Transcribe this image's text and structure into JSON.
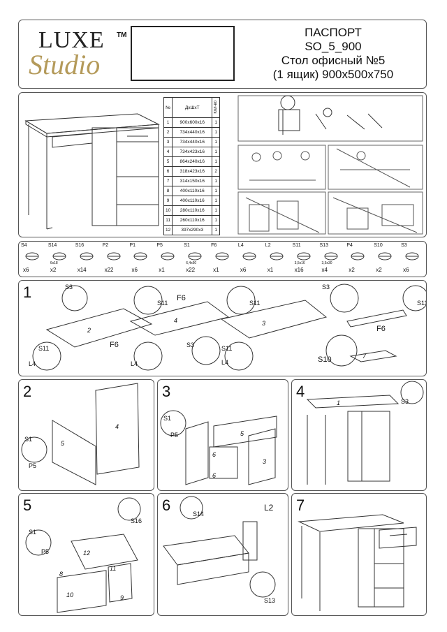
{
  "header": {
    "logo_word1": "LUXE",
    "logo_tm": "TM",
    "logo_word2": "Studio",
    "title_lines": [
      "ПАСПОРТ",
      "SO_5_900",
      "Стол офисный №5",
      "(1 ящик) 900х500х750"
    ]
  },
  "parts_table": {
    "headers": [
      "№",
      "ДхШхТ",
      "Кол-во"
    ],
    "rows": [
      [
        "1",
        "900х600х16",
        "1"
      ],
      [
        "2",
        "734х440х16",
        "1"
      ],
      [
        "3",
        "734х440х16",
        "1"
      ],
      [
        "4",
        "734х423х16",
        "1"
      ],
      [
        "5",
        "864х240х16",
        "1"
      ],
      [
        "6",
        "318х423х16",
        "2"
      ],
      [
        "7",
        "314х150х16",
        "1"
      ],
      [
        "8",
        "400х110х16",
        "1"
      ],
      [
        "9",
        "400х110х16",
        "1"
      ],
      [
        "10",
        "280х110х16",
        "1"
      ],
      [
        "11",
        "260х110х16",
        "1"
      ],
      [
        "12",
        "397х290х3",
        "1"
      ]
    ]
  },
  "hardware": [
    {
      "code": "S4",
      "qty": "x6",
      "sub": ""
    },
    {
      "code": "S14",
      "qty": "x2",
      "sub": "6х18"
    },
    {
      "code": "S16",
      "qty": "x14",
      "sub": ""
    },
    {
      "code": "P2",
      "qty": "x22",
      "sub": ""
    },
    {
      "code": "P1",
      "qty": "x6",
      "sub": ""
    },
    {
      "code": "P5",
      "qty": "x1",
      "sub": ""
    },
    {
      "code": "S1",
      "qty": "x22",
      "sub": "6,4х50"
    },
    {
      "code": "F6",
      "qty": "x1",
      "sub": ""
    },
    {
      "code": "L4",
      "qty": "x6",
      "sub": ""
    },
    {
      "code": "L2",
      "qty": "x1",
      "sub": ""
    },
    {
      "code": "S11",
      "qty": "x16",
      "sub": "3,5х16"
    },
    {
      "code": "S13",
      "qty": "x4",
      "sub": "3,5х30"
    },
    {
      "code": "P4",
      "qty": "x2",
      "sub": ""
    },
    {
      "code": "S10",
      "qty": "x2",
      "sub": ""
    },
    {
      "code": "S3",
      "qty": "x6",
      "sub": ""
    }
  ],
  "steps": {
    "s1": {
      "num": "1",
      "labels": [
        "S3",
        "S11",
        "F6",
        "S11",
        "S3",
        "S11",
        "F6",
        "S11",
        "S11",
        "L4",
        "L4",
        "S3",
        "L4",
        "S10",
        "F6"
      ],
      "parts": [
        "2",
        "4",
        "3",
        "7"
      ]
    },
    "s2": {
      "num": "2",
      "labels": [
        "S1",
        "P5"
      ],
      "parts": [
        "4",
        "5"
      ]
    },
    "s3": {
      "num": "3",
      "labels": [
        "S1",
        "P5"
      ],
      "parts": [
        "5",
        "6",
        "6",
        "3"
      ]
    },
    "s4": {
      "num": "4",
      "labels": [
        "S3"
      ],
      "parts": [
        "1"
      ]
    },
    "s5": {
      "num": "5",
      "labels": [
        "S1",
        "P5",
        "S16"
      ],
      "parts": [
        "12",
        "8",
        "11",
        "10",
        "9"
      ]
    },
    "s6": {
      "num": "6",
      "labels": [
        "S14",
        "L2",
        "S13"
      ],
      "parts": []
    },
    "s7": {
      "num": "7",
      "labels": [],
      "parts": []
    }
  }
}
